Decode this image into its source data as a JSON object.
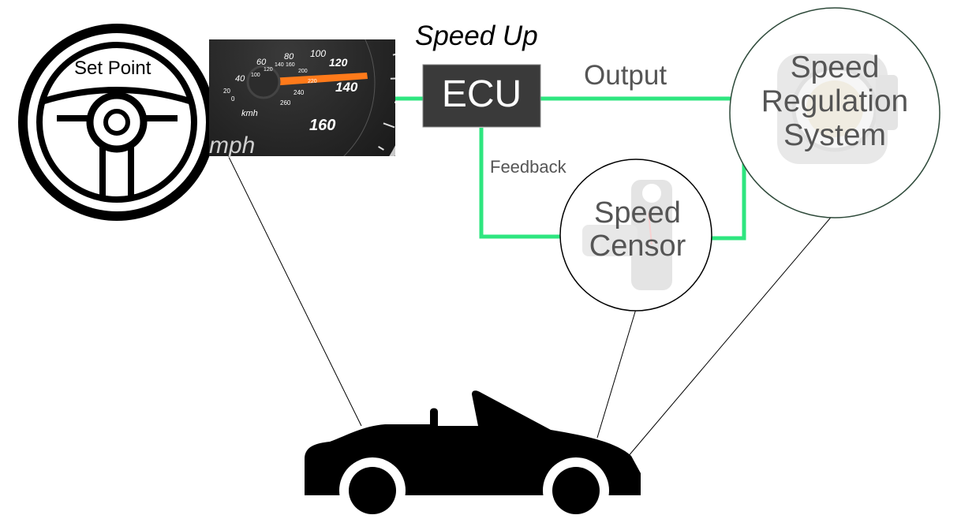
{
  "labels": {
    "set_point": "Set Point",
    "speed_up": "Speed Up",
    "ecu": "ECU",
    "output": "Output",
    "feedback": "Feedback",
    "speed_regulation_system": "Speed Regulation System",
    "speed_censor": "Speed Censor"
  },
  "speedometer": {
    "ticks": [
      "40",
      "60",
      "80",
      "100",
      "120",
      "140",
      "160"
    ],
    "inner_ticks": [
      "0",
      "20",
      "100",
      "120",
      "140",
      "160",
      "200",
      "220",
      "240",
      "260"
    ],
    "unit_kmh": "kmh",
    "unit_mph": "mph"
  },
  "icons": {
    "steering_wheel": "steering-wheel-icon",
    "speedometer": "speedometer-icon",
    "car": "convertible-car-icon",
    "throttle_body": "throttle-body-icon",
    "speed_sensor": "speed-sensor-icon"
  },
  "colors": {
    "connector": "#2ee67f",
    "ecu_fill": "#3a3a3a",
    "ecu_text": "#ffffff",
    "label_gray": "#555555",
    "circle_border": "#2e4a3a"
  }
}
